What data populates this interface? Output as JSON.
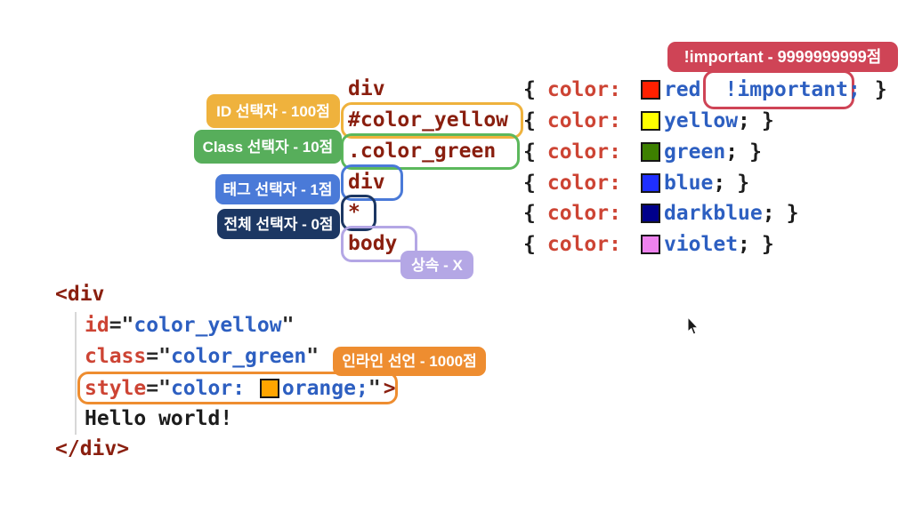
{
  "slide": {
    "background": "#ffffff"
  },
  "badges": {
    "important": {
      "label": "!important - 9999999999점",
      "color": "#cf4456"
    },
    "id": {
      "label": "ID 선택자 - 100점",
      "color": "#efb23d"
    },
    "class": {
      "label": "Class 선택자 - 10점",
      "color": "#57ae5b"
    },
    "tag": {
      "label": "태그 선택자 - 1점",
      "color": "#4a7ad8"
    },
    "universal": {
      "label": "전체 선택자 - 0점",
      "color": "#1c3763"
    },
    "inherit": {
      "label": "상속 - X",
      "color": "#b4a7e5"
    },
    "inline": {
      "label": "인라인 선언 - 1000점",
      "color": "#ee8d30"
    }
  },
  "css_rules": {
    "brace_open": "{",
    "property": "color:",
    "semicolon": ";",
    "brace_close": "}",
    "rows": [
      {
        "selector": "div",
        "value": "red",
        "important": "!important;",
        "swatch": "#ff2000"
      },
      {
        "selector": "#color_yellow",
        "value": "yellow",
        "swatch": "#ffff00"
      },
      {
        "selector": ".color_green",
        "value": "green",
        "swatch": "#3d8000"
      },
      {
        "selector": "div",
        "value": "blue",
        "swatch": "#1f2fff"
      },
      {
        "selector": "*",
        "value": "darkblue",
        "swatch": "#00008b"
      },
      {
        "selector": "body",
        "value": "violet",
        "swatch": "#ee82ee"
      }
    ]
  },
  "html_code": {
    "open_tag": "<div",
    "id_attr": "id",
    "class_attr": "class",
    "style_attr": "style",
    "assign": "=\"",
    "quote_close": "\"",
    "id_value": "color_yellow",
    "class_value": "color_green",
    "style_prop": "color: ",
    "style_value": "orange;",
    "inline_swatch": "#ffa500",
    "close_bracket": ">",
    "inner_text": "Hello world!",
    "close_tag": "</div>"
  },
  "icons": {
    "cursor": "mouse-pointer-icon"
  }
}
